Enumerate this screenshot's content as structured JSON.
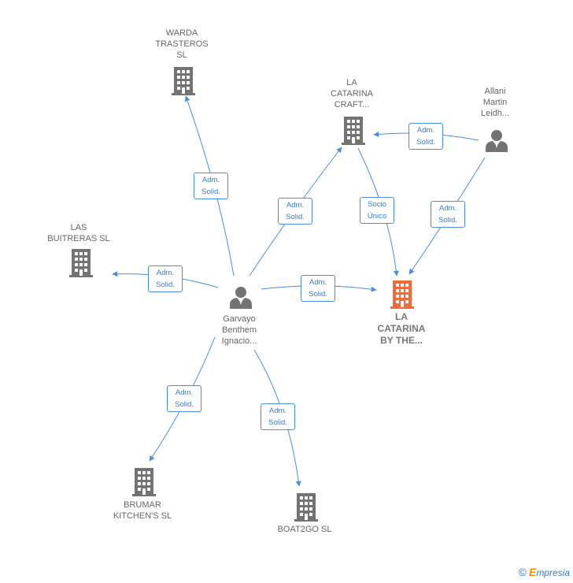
{
  "colors": {
    "edge": "#4a8fd8",
    "node": "#737373",
    "highlight": "#f26b3a"
  },
  "nodes": {
    "warda": {
      "lines": [
        "WARDA",
        "TRASTEROS",
        "SL"
      ],
      "icon": "building-icon"
    },
    "catcraft": {
      "lines": [
        "LA",
        "CATARINA",
        "CRAFT..."
      ],
      "icon": "building-icon"
    },
    "allani": {
      "lines": [
        "Allani",
        "Martin",
        "Leidh..."
      ],
      "icon": "person-icon"
    },
    "buitreras": {
      "lines": [
        "LAS",
        "BUITRERAS  SL"
      ],
      "icon": "building-icon"
    },
    "garvayo": {
      "lines": [
        "Garvayo",
        "Benthem",
        "Ignacio..."
      ],
      "icon": "person-icon"
    },
    "catby": {
      "lines": [
        "LA",
        "CATARINA",
        "BY THE..."
      ],
      "icon": "building-icon"
    },
    "brumar": {
      "lines": [
        "BRUMAR",
        "KITCHEN'S  SL"
      ],
      "icon": "building-icon"
    },
    "boat2go": {
      "lines": [
        "BOAT2GO  SL"
      ],
      "icon": "building-icon"
    }
  },
  "edges": {
    "e_warda": [
      "Adm.",
      "Solid."
    ],
    "e_catcraft": [
      "Adm.",
      "Solid."
    ],
    "e_allani_cc": [
      "Adm.",
      "Solid."
    ],
    "e_socio": [
      "Socio",
      "Único"
    ],
    "e_allani_cb": [
      "Adm.",
      "Solid."
    ],
    "e_buitreras": [
      "Adm.",
      "Solid."
    ],
    "e_catby": [
      "Adm.",
      "Solid."
    ],
    "e_brumar": [
      "Adm.",
      "Solid."
    ],
    "e_boat2go": [
      "Adm.",
      "Solid."
    ]
  },
  "footer": {
    "copyright": "©",
    "brand_first": "E",
    "brand_rest": "mpresia"
  }
}
